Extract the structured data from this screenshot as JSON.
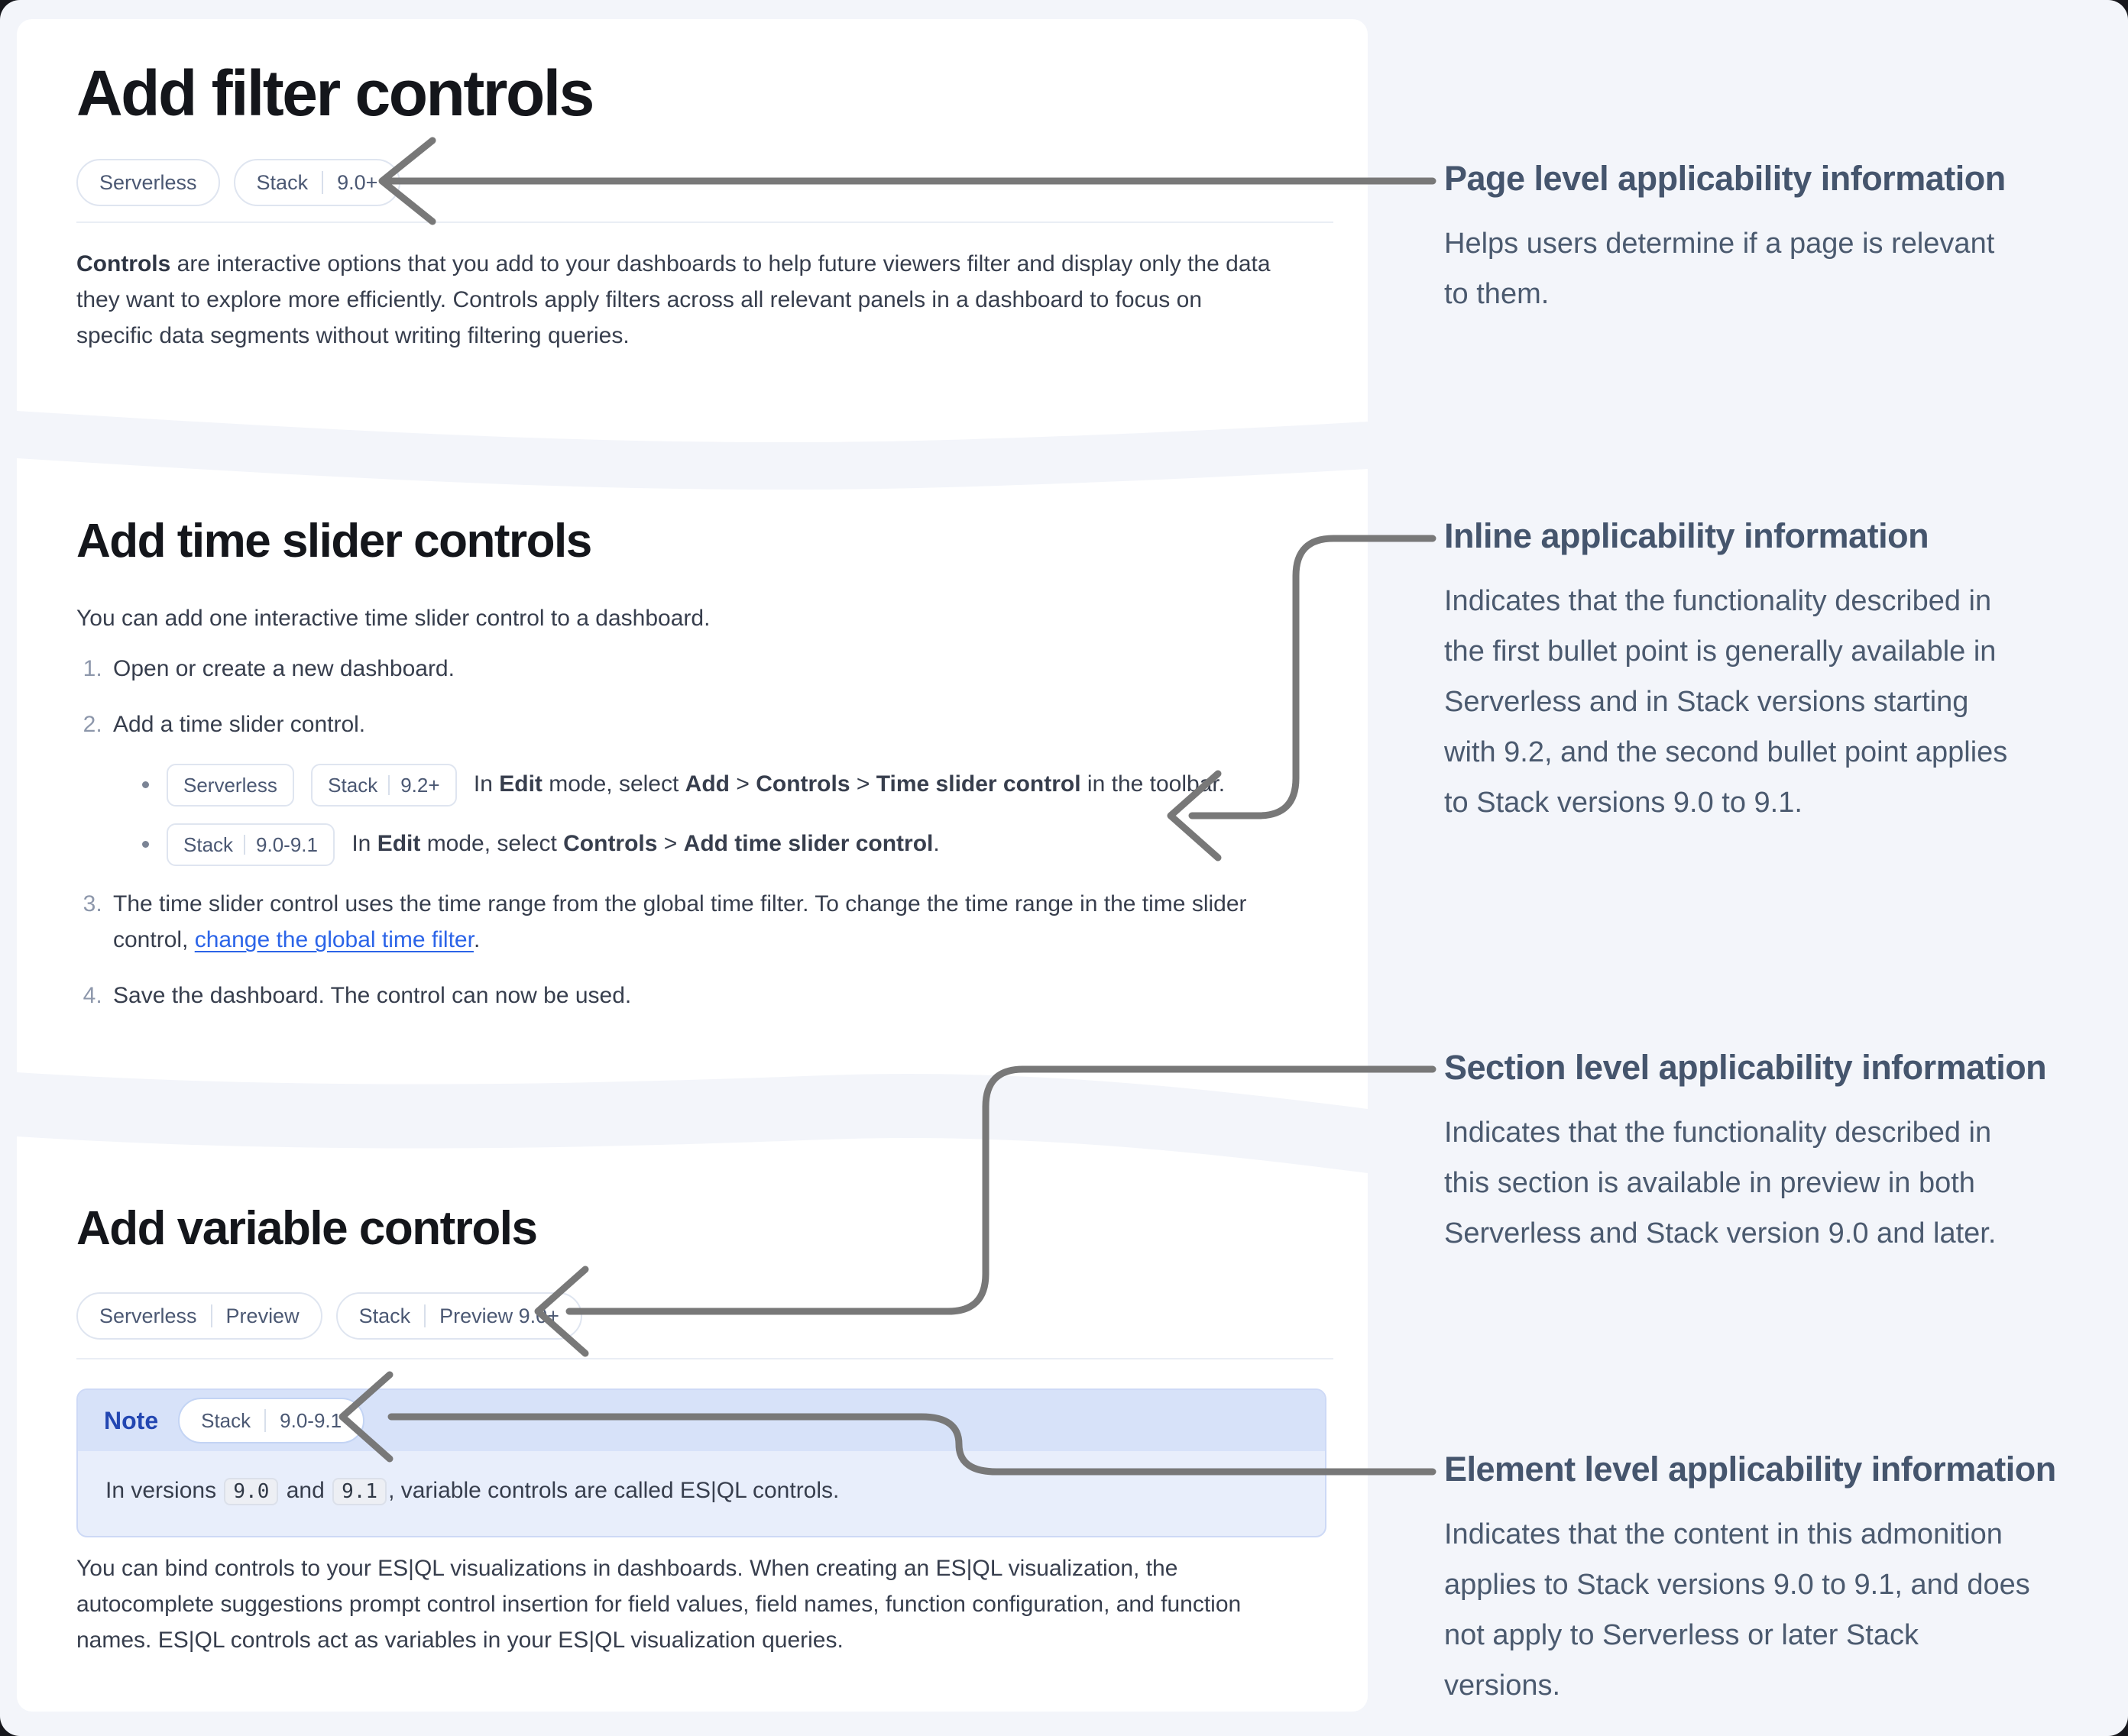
{
  "page": {
    "colors": {
      "background": "#f3f5fa",
      "card": "#ffffff",
      "link_blue": "#2b64e8",
      "note_header": "#d7e2f9",
      "note_body": "#e8eefb",
      "note_label_blue": "#2347b2",
      "arrow_gray": "#787878",
      "badge_text": "#4b5873",
      "annotation_text": "#45556d"
    }
  },
  "sections": [
    {
      "title": "Add filter controls",
      "badges": [
        {
          "label": "Serverless"
        },
        {
          "label": "Stack",
          "version": "9.0+"
        }
      ],
      "intro_runs": [
        {
          "t": "Controls",
          "b": true
        },
        {
          "t": " are interactive options that you add to your dashboards to help future viewers filter and display only the data they want to explore more efficiently. Controls apply filters across all relevant panels in a dashboard to focus on specific data segments without writing filtering queries."
        }
      ]
    },
    {
      "title": "Add time slider controls",
      "lead": "You can add one interactive time slider control to a dashboard.",
      "steps": [
        {
          "runs": [
            {
              "t": "Open or create a new dashboard."
            }
          ]
        },
        {
          "runs": [
            {
              "t": "Add a time slider control."
            }
          ],
          "bullets": [
            {
              "badges": [
                {
                  "label": "Serverless"
                },
                {
                  "label": "Stack",
                  "version": "9.2+"
                }
              ],
              "runs": [
                {
                  "t": "In "
                },
                {
                  "t": "Edit",
                  "b": true
                },
                {
                  "t": " mode, select "
                },
                {
                  "t": "Add",
                  "b": true
                },
                {
                  "t": " > "
                },
                {
                  "t": "Controls",
                  "b": true
                },
                {
                  "t": " > "
                },
                {
                  "t": "Time slider control",
                  "b": true
                },
                {
                  "t": " in the toolbar."
                }
              ]
            },
            {
              "badges": [
                {
                  "label": "Stack",
                  "version": "9.0-9.1"
                }
              ],
              "runs": [
                {
                  "t": "In "
                },
                {
                  "t": "Edit",
                  "b": true
                },
                {
                  "t": " mode, select "
                },
                {
                  "t": "Controls",
                  "b": true
                },
                {
                  "t": " > "
                },
                {
                  "t": "Add time slider control",
                  "b": true
                },
                {
                  "t": "."
                }
              ]
            }
          ]
        },
        {
          "runs": [
            {
              "t": "The time slider control uses the time range from the global time filter. To change the time range in the time slider control, "
            },
            {
              "t": "change the global time filter",
              "link": true
            },
            {
              "t": "."
            }
          ]
        },
        {
          "runs": [
            {
              "t": "Save the dashboard. The control can now be used."
            }
          ]
        }
      ]
    },
    {
      "title": "Add variable controls",
      "badges": [
        {
          "label": "Serverless",
          "version": "Preview"
        },
        {
          "label": "Stack",
          "version": "Preview 9.0+"
        }
      ],
      "note": {
        "label": "Note",
        "badge": {
          "label": "Stack",
          "version": "9.0-9.1"
        },
        "body_runs": [
          {
            "t": "In versions "
          },
          {
            "t": "9.0",
            "code": true
          },
          {
            "t": " and "
          },
          {
            "t": "9.1",
            "code": true
          },
          {
            "t": ", variable controls are called ES|QL controls."
          }
        ]
      },
      "body": "You can bind controls to your ES|QL visualizations in dashboards. When creating an ES|QL visualization, the autocomplete suggestions prompt control insertion for field values, field names, function configuration, and function names. ES|QL controls act as variables in your ES|QL visualization queries."
    }
  ],
  "annotations": [
    {
      "title": "Page level applicability information",
      "body": "Helps users determine if a page is relevant\nto them."
    },
    {
      "title": "Inline applicability information",
      "body": "Indicates that the functionality described in\nthe first bullet point is generally available in\nServerless and in Stack versions starting\nwith 9.2, and the second bullet point applies\nto Stack versions 9.0 to 9.1."
    },
    {
      "title": "Section level applicability information",
      "body": "Indicates that the functionality described in\nthis section is available in preview in both\nServerless and Stack version 9.0 and later."
    },
    {
      "title": "Element level applicability information",
      "body": "Indicates that the content in this admonition\napplies to Stack versions 9.0 to 9.1, and does\nnot apply to Serverless or later Stack\nversions."
    }
  ]
}
